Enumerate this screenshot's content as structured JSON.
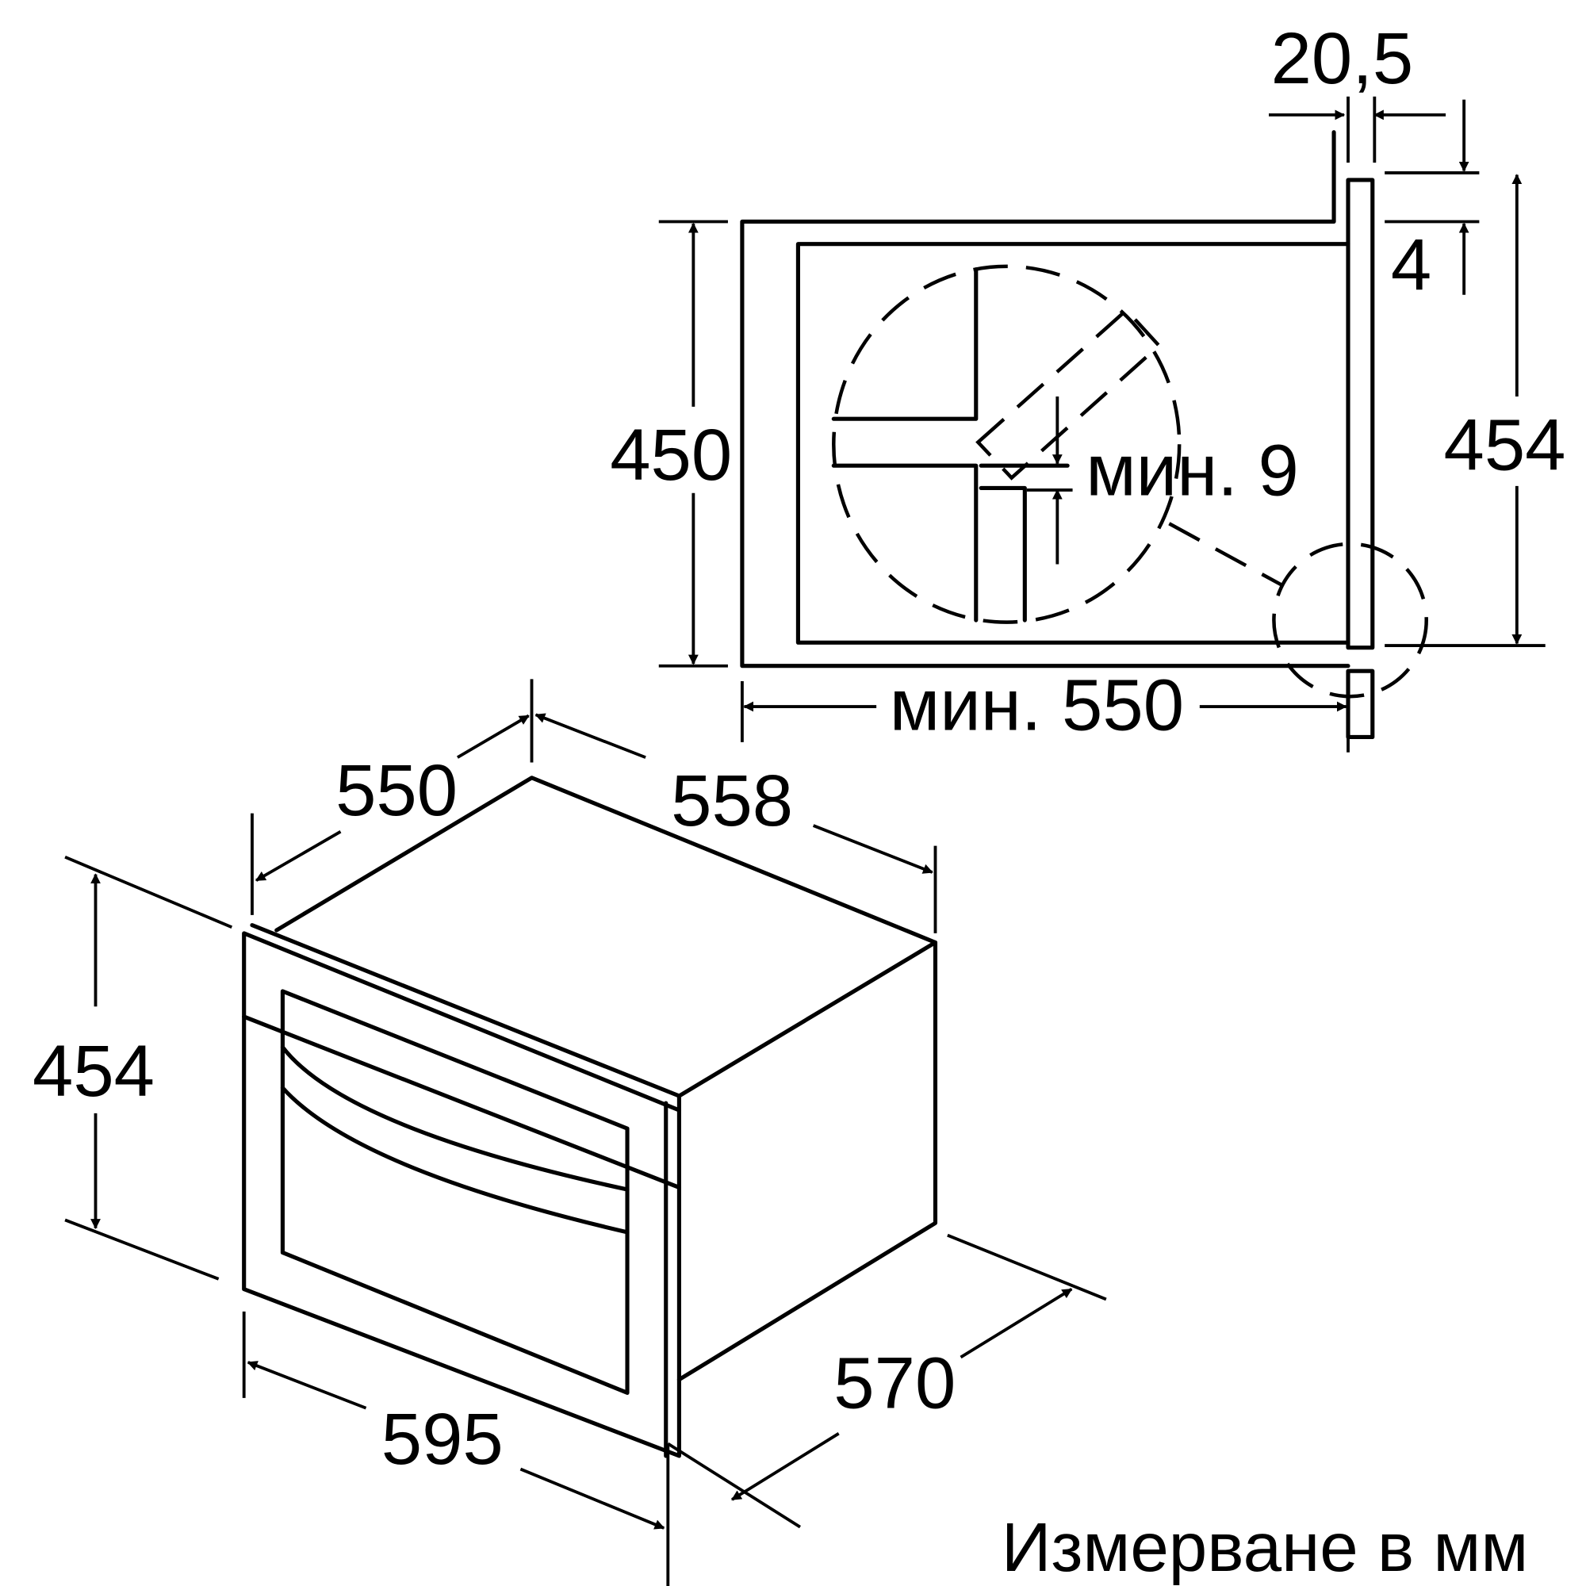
{
  "diagram": {
    "type": "built-in appliance dimension drawing",
    "units_caption": "Измерване в мм",
    "installation_view": {
      "dim_20_5": "20,5",
      "dim_4": "4",
      "dim_454_right": "454",
      "dim_450": "450",
      "dim_min9": "мин. 9",
      "dim_min550": "мин. 550"
    },
    "appliance_view": {
      "dim_550": "550",
      "dim_558": "558",
      "dim_454_left": "454",
      "dim_595": "595",
      "dim_570": "570"
    }
  }
}
